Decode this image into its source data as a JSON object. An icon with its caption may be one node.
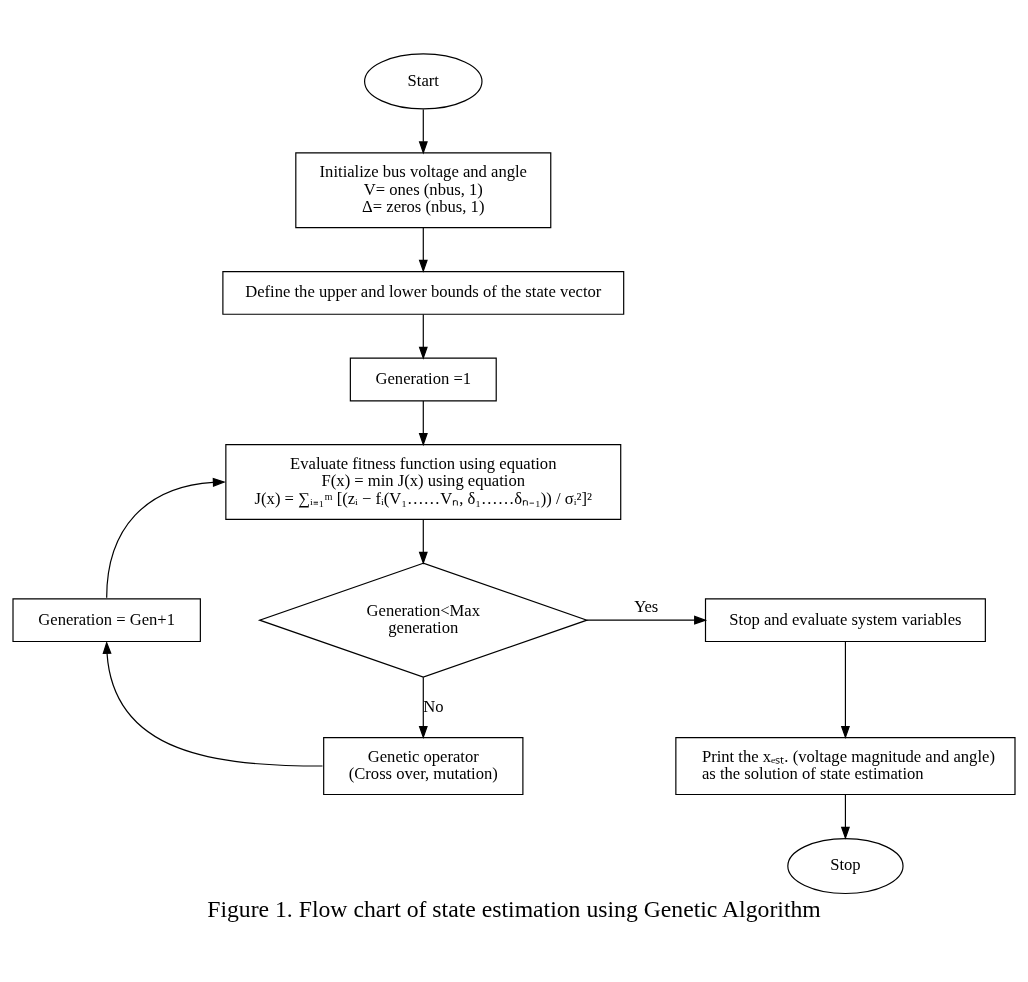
{
  "diagram": {
    "caption": "Figure 1. Flow chart of state estimation using Genetic Algorithm",
    "nodes": [
      {
        "text": [
          "Start"
        ]
      },
      {
        "text": [
          "Initialize bus voltage and angle",
          "V= ones (nbus, 1)",
          "Δ= zeros (nbus, 1)"
        ]
      },
      {
        "text": [
          "Define the upper and lower bounds of the state vector"
        ]
      },
      {
        "text": [
          "Generation =1"
        ]
      },
      {
        "text": [
          "Evaluate fitness function using equation",
          "F(x) = min J(x) using equation",
          "J(x) = ∑ᵢ₌₁ᵐ [(zᵢ − fᵢ(V₁……Vₙ, δ₁……δₙ₋₁)) / σᵢ²]²"
        ]
      },
      {
        "text": [
          "Generation = Gen+1"
        ]
      },
      {
        "text": [
          "Generation<Max generation"
        ]
      },
      {
        "text": [
          "Stop and evaluate system variables"
        ]
      },
      {
        "text": [
          "Genetic operator",
          "(Cross over, mutation)"
        ]
      },
      {
        "text": [
          "Print the xₑₛₜ. (voltage magnitude and angle) as the solution of state estimation"
        ]
      },
      {
        "text": [
          "Stop"
        ]
      }
    ],
    "edges": [
      {
        "from": 0,
        "to": 1,
        "arrow": "to"
      },
      {
        "from": 1,
        "to": 2,
        "arrow": "to"
      },
      {
        "from": 2,
        "to": 3,
        "arrow": "to"
      },
      {
        "from": 3,
        "to": 4,
        "arrow": "to"
      },
      {
        "from": 4,
        "to": 6,
        "arrow": "to"
      },
      {
        "from": 6,
        "to": 7,
        "arrow": "to",
        "label": "Yes"
      },
      {
        "from": 6,
        "to": 8,
        "arrow": "to",
        "label": "No"
      },
      {
        "from": 8,
        "to": 5,
        "arrow": "to"
      },
      {
        "from": 5,
        "to": 4,
        "arrow": "to"
      },
      {
        "from": 7,
        "to": 9,
        "arrow": "to"
      },
      {
        "from": 9,
        "to": 10,
        "arrow": "to"
      }
    ]
  }
}
